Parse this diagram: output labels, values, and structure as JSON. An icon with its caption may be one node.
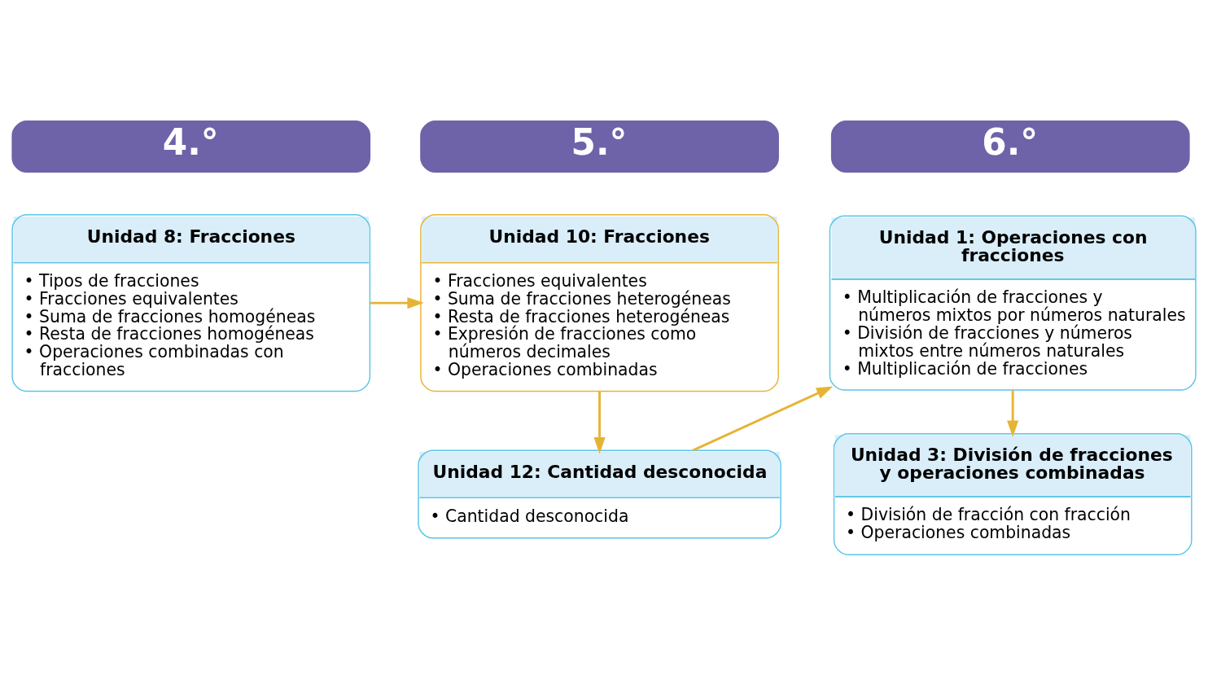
{
  "diagram": {
    "nodes": [
      {
        "text": [
          "4.°"
        ]
      },
      {
        "text": [
          "5.°"
        ]
      },
      {
        "text": [
          "6.°"
        ]
      },
      {
        "text": [
          "Unidad 8: Fracciones",
          "• Tipos de fracciones",
          "• Fracciones equivalentes",
          "• Suma de fracciones homogéneas",
          "• Resta de fracciones homogéneas",
          "• Operaciones combinadas con fracciones"
        ]
      },
      {
        "text": [
          "Unidad 10: Fracciones",
          "• Fracciones equivalentes",
          "• Suma de fracciones heterogéneas",
          "• Resta de fracciones heterogéneas",
          "• Expresión de fracciones como números decimales",
          "• Operaciones combinadas"
        ]
      },
      {
        "text": [
          "Unidad 12: Cantidad desconocida",
          "• Cantidad desconocida"
        ]
      },
      {
        "text": [
          "Unidad 1: Operaciones con fracciones",
          "• Multiplicación de fracciones y números mixtos por números naturales",
          "• División de fracciones y números mixtos entre números naturales",
          "• Multiplicación de fracciones"
        ]
      },
      {
        "text": [
          "Unidad 3: División de fracciones y operaciones combinadas",
          "• División de fracción con fracción",
          "• Operaciones combinadas"
        ]
      }
    ],
    "edges": [
      {
        "from": 3,
        "to": 4,
        "arrow": "to"
      },
      {
        "from": 4,
        "to": 5,
        "arrow": "to"
      },
      {
        "from": 5,
        "to": 6,
        "arrow": "to"
      },
      {
        "from": 6,
        "to": 7,
        "arrow": "to"
      }
    ]
  }
}
